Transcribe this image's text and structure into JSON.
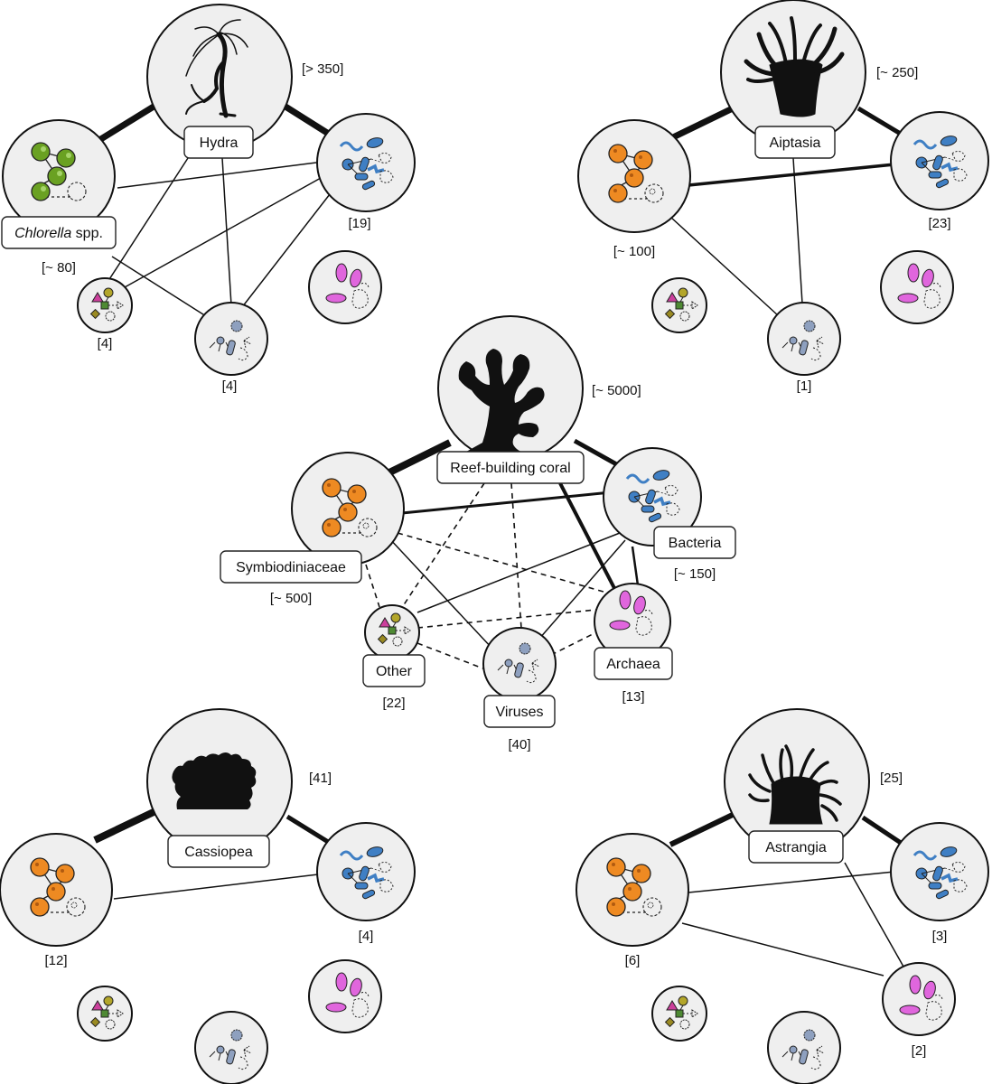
{
  "colors": {
    "circle_fill": "#efefef",
    "stroke": "#1a1a1a",
    "chlorella_green": "#6aa122",
    "symbiont_orange": "#ee8a22",
    "bacteria_blue": "#3f7fc4",
    "archaea_pink": "#e066dd",
    "virus_grey": "#8ea0bf",
    "other_magenta": "#cc3f9c",
    "other_olive": "#b3a62a",
    "other_green": "#4e8a33"
  },
  "panels": {
    "hydra": {
      "host_label": "Hydra",
      "host_count": "[> 350]",
      "symbiont_label_italic": "Chlorella",
      "symbiont_label_rest": " spp.",
      "symbiont_count": "[~ 80]",
      "bacteria_count": "[19]",
      "other_count": "[4]",
      "virus_count": "[4]"
    },
    "aiptasia": {
      "host_label": "Aiptasia",
      "host_count": "[~ 250]",
      "symbiont_count": "[~ 100]",
      "bacteria_count": "[23]",
      "virus_count": "[1]"
    },
    "coral": {
      "host_label": "Reef-building coral",
      "host_count": "[~ 5000]",
      "symbiont_label": "Symbiodiniaceae",
      "symbiont_count": "[~ 500]",
      "bacteria_label": "Bacteria",
      "bacteria_count": "[~ 150]",
      "archaea_label": "Archaea",
      "archaea_count": "[13]",
      "other_label": "Other",
      "other_count": "[22]",
      "virus_label": "Viruses",
      "virus_count": "[40]"
    },
    "cassiopea": {
      "host_label": "Cassiopea",
      "host_count": "[41]",
      "symbiont_count": "[12]",
      "bacteria_count": "[4]"
    },
    "astrangia": {
      "host_label": "Astrangia",
      "host_count": "[25]",
      "symbiont_count": "[6]",
      "bacteria_count": "[3]",
      "archaea_count": "[2]"
    }
  }
}
